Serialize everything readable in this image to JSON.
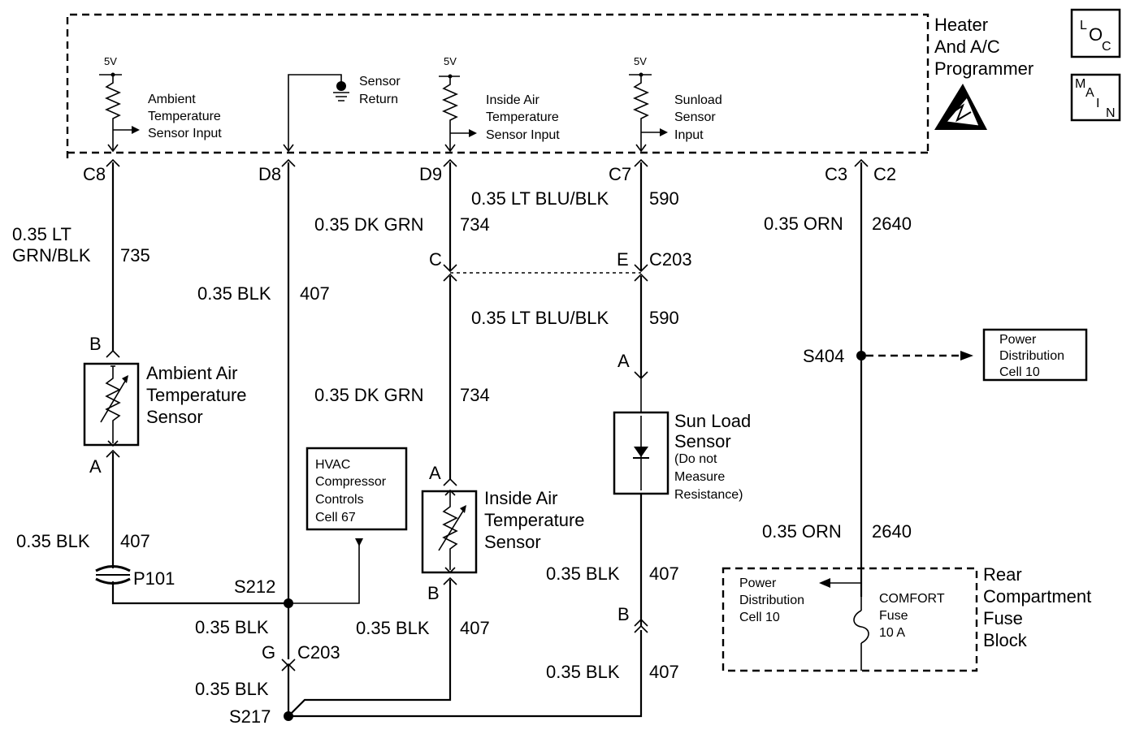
{
  "programmer": {
    "title_lines": [
      "Heater",
      "And A/C",
      "Programmer"
    ],
    "loc_badge": [
      "L",
      "O",
      "C"
    ],
    "main_badge": [
      "M",
      "A",
      "I",
      "N"
    ],
    "esd_icon": "esd-warning-icon"
  },
  "inputs": {
    "v5": "5V",
    "ambient": [
      "Ambient",
      "Temperature",
      "Sensor Input"
    ],
    "sensor_return": [
      "Sensor",
      "Return"
    ],
    "inside_air": [
      "Inside Air",
      "Temperature",
      "Sensor Input"
    ],
    "sunload": [
      "Sunload",
      "Sensor",
      "Input"
    ]
  },
  "pins": {
    "c8": "C8",
    "d8": "D8",
    "d9": "D9",
    "c7": "C7",
    "c3": "C3",
    "c2": "C2",
    "c_conn": "C",
    "e_conn": "E",
    "c203_top": "C203",
    "b_amb": "B",
    "a_amb": "A",
    "a_ins": "A",
    "b_ins": "B",
    "a_sun": "A",
    "b_sun": "B",
    "g_conn": "G",
    "c203_bot": "C203"
  },
  "wires": {
    "w735_color": [
      "0.35 LT",
      "GRN/BLK"
    ],
    "w735_num": "735",
    "w407_d8_color": "0.35 BLK",
    "w407_d8_num": "407",
    "w734_top_color": "0.35 DK GRN",
    "w734_top_num": "734",
    "w590_top_color": "0.35 LT BLU/BLK",
    "w590_top_num": "590",
    "w590_mid_color": "0.35 LT BLU/BLK",
    "w590_mid_num": "590",
    "w734_mid_color": "0.35 DK GRN",
    "w734_mid_num": "734",
    "w2640_top_color": "0.35 ORN",
    "w2640_top_num": "2640",
    "w2640_bot_color": "0.35 ORN",
    "w2640_bot_num": "2640",
    "w407_amb_color": "0.35 BLK",
    "w407_amb_num": "407",
    "w407_sun1_color": "0.35 BLK",
    "w407_sun1_num": "407",
    "w407_ins_color": "0.35 BLK",
    "w407_ins_num": "407",
    "w407_s212_color": "0.35 BLK",
    "w407_c203_color": "0.35 BLK",
    "w407_sun2_color": "0.35 BLK",
    "w407_sun2_num": "407"
  },
  "splices": {
    "s404": "S404",
    "s212": "S212",
    "s217": "S217",
    "p101": "P101"
  },
  "components": {
    "ambient_sensor": [
      "Ambient Air",
      "Temperature",
      "Sensor"
    ],
    "inside_sensor": [
      "Inside Air",
      "Temperature",
      "Sensor"
    ],
    "sun_load_title": [
      "Sun Load",
      "Sensor"
    ],
    "sun_load_note": [
      "(Do not",
      "Measure",
      "Resistance)"
    ],
    "hvac_ref": [
      "HVAC",
      "Compressor",
      "Controls",
      "Cell 67"
    ],
    "power_dist_ref": [
      "Power",
      "Distribution",
      "Cell 10"
    ],
    "power_dist_fuse_ref": [
      "Power",
      "Distribution",
      "Cell 10"
    ],
    "comfort_fuse": [
      "COMFORT",
      "Fuse",
      "10 A"
    ],
    "fuse_block": [
      "Rear",
      "Compartment",
      "Fuse",
      "Block"
    ]
  }
}
